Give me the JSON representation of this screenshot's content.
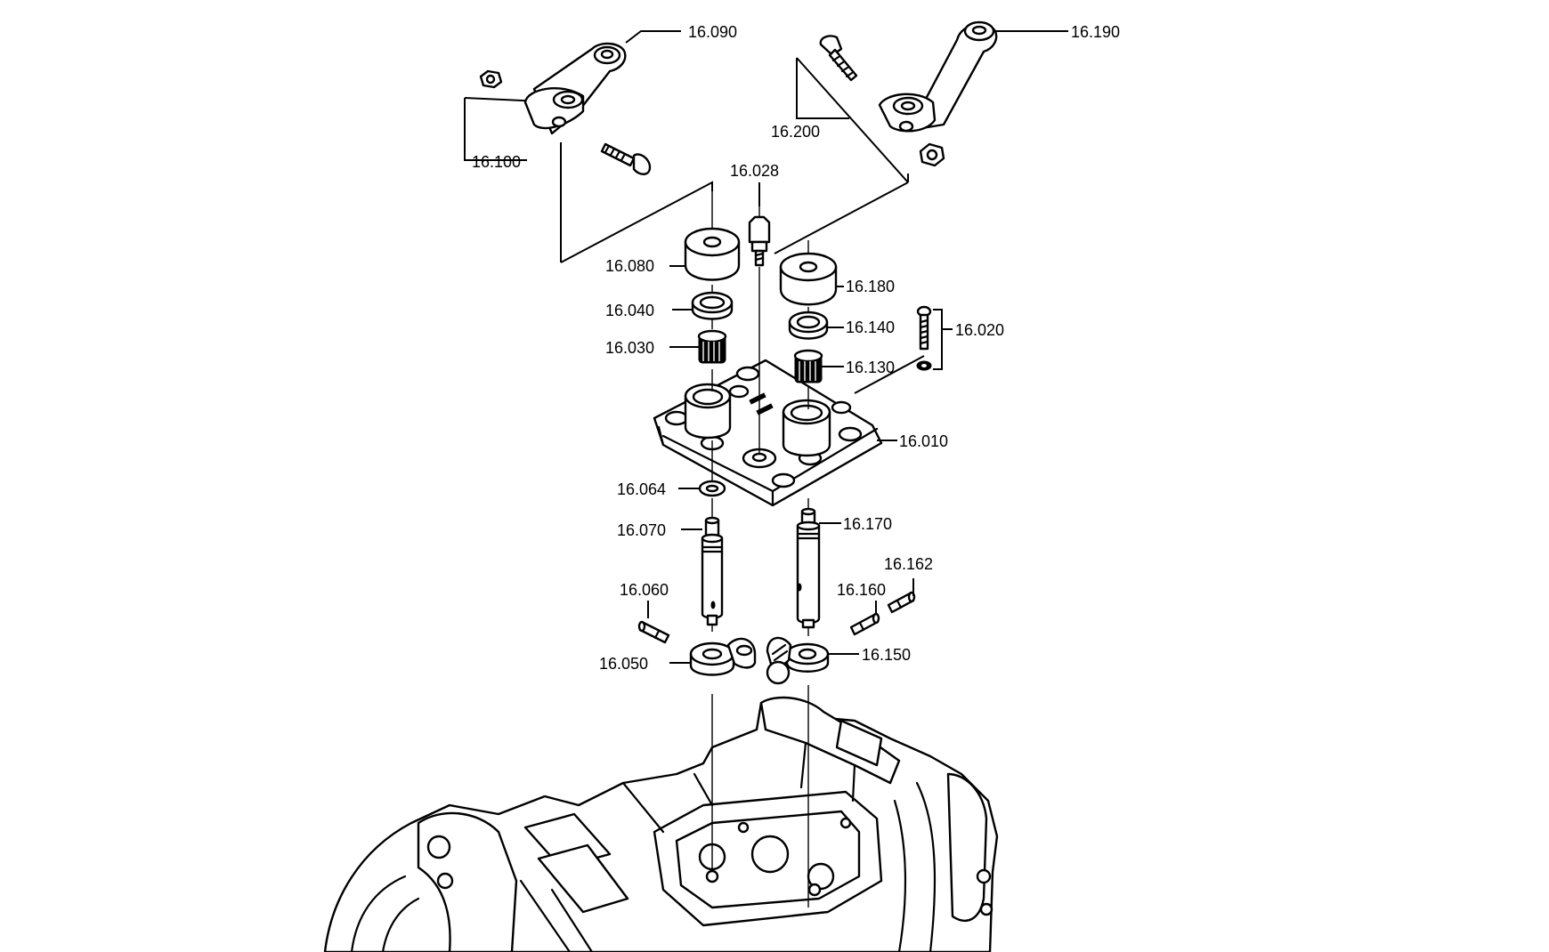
{
  "diagram": {
    "labels": [
      {
        "id": "p16090",
        "text": "16.090"
      },
      {
        "id": "p16190",
        "text": "16.190"
      },
      {
        "id": "p16100",
        "text": "16.100"
      },
      {
        "id": "p16200",
        "text": "16.200"
      },
      {
        "id": "p16028",
        "text": "16.028"
      },
      {
        "id": "p16080",
        "text": "16.080"
      },
      {
        "id": "p16180",
        "text": "16.180"
      },
      {
        "id": "p16040",
        "text": "16.040"
      },
      {
        "id": "p16140",
        "text": "16.140"
      },
      {
        "id": "p16020",
        "text": "16.020"
      },
      {
        "id": "p16030",
        "text": "16.030"
      },
      {
        "id": "p16130",
        "text": "16.130"
      },
      {
        "id": "p16010",
        "text": "16.010"
      },
      {
        "id": "p16064",
        "text": "16.064"
      },
      {
        "id": "p16070",
        "text": "16.070"
      },
      {
        "id": "p16170",
        "text": "16.170"
      },
      {
        "id": "p16162",
        "text": "16.162"
      },
      {
        "id": "p16060",
        "text": "16.060"
      },
      {
        "id": "p16160",
        "text": "16.160"
      },
      {
        "id": "p16050",
        "text": "16.050"
      },
      {
        "id": "p16150",
        "text": "16.150"
      }
    ]
  }
}
